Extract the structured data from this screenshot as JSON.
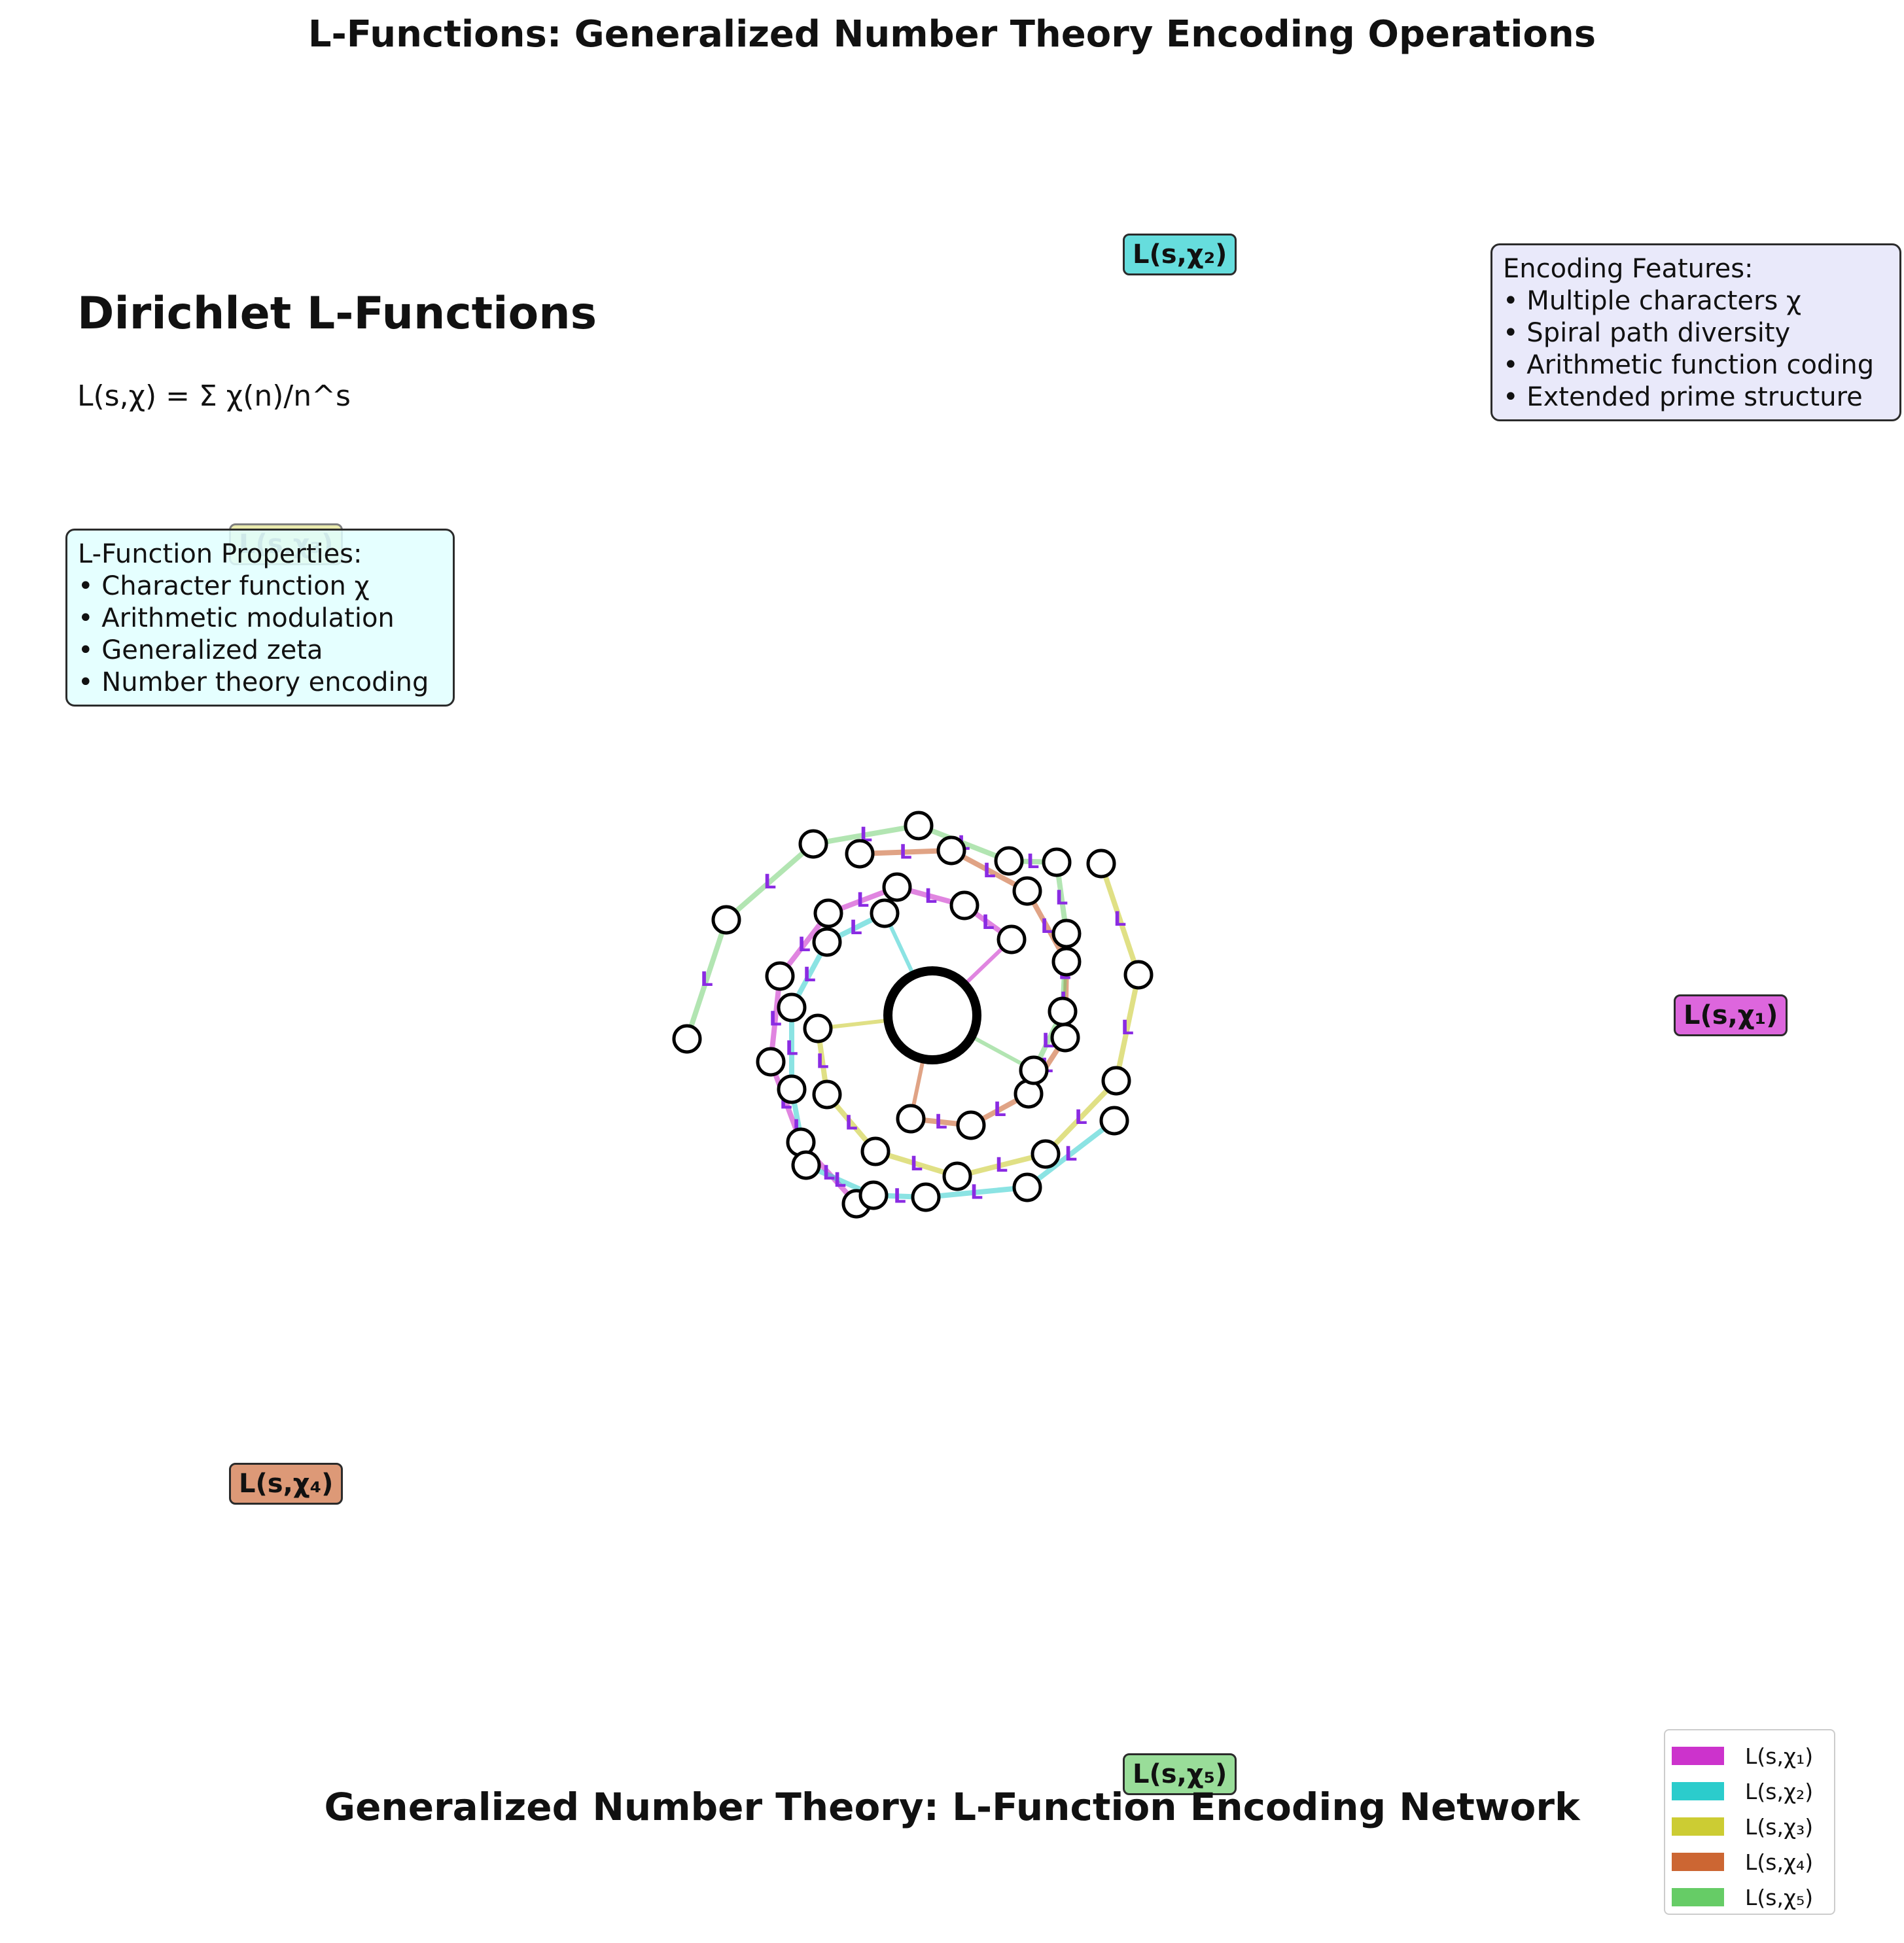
{
  "title": "L-Functions: Generalized Number Theory Encoding Operations",
  "bottom_title": "Generalized Number Theory: L-Function Encoding Network",
  "heading": "Dirichlet L-Functions",
  "formula": "L(s,χ) = Σ χ(n)/n^s",
  "properties_box": {
    "title": "L-Function Properties:",
    "items": [
      "• Character function χ",
      "• Arithmetic modulation",
      "• Generalized zeta",
      "• Number theory encoding"
    ]
  },
  "features_box": {
    "title": "Encoding Features:",
    "items": [
      "• Multiple characters χ",
      "• Spiral path diversity",
      "• Arithmetic function coding",
      "• Extended prime structure"
    ]
  },
  "edge_label": "L",
  "edge_label_color": "#8a2be2",
  "series": [
    {
      "name": "L(s,χ₁)",
      "color": "#cc33cc"
    },
    {
      "name": "L(s,χ₂)",
      "color": "#2bcccc"
    },
    {
      "name": "L(s,χ₃)",
      "color": "#cccc33"
    },
    {
      "name": "L(s,χ₄)",
      "color": "#cc6633"
    },
    {
      "name": "L(s,χ₅)",
      "color": "#66cc66"
    }
  ],
  "series_label_colors": [
    "#dd66dd",
    "#66dddd",
    "#dddd77",
    "#dd9977",
    "#99dd99"
  ]
}
